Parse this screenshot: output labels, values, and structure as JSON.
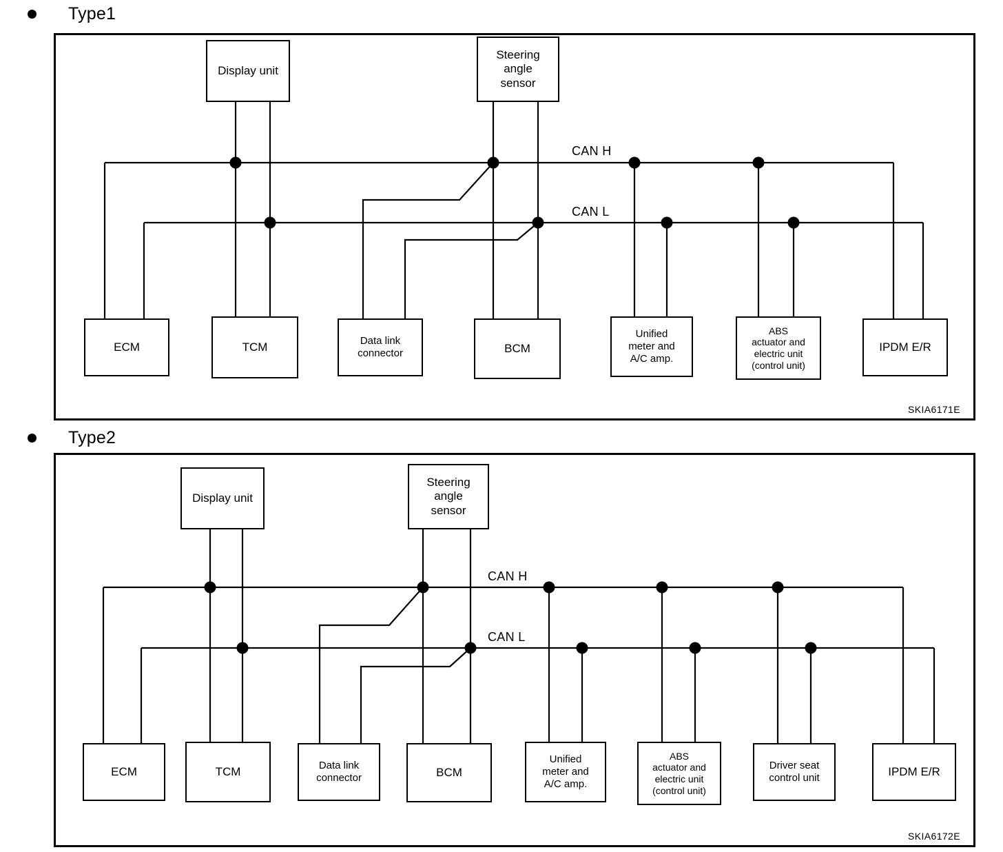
{
  "diagrams": [
    {
      "type_label": "Type1",
      "ref_code": "SKIA6171E",
      "bus_labels": {
        "high": "CAN H",
        "low": "CAN L"
      },
      "top_units": [
        {
          "name": "display-unit",
          "label": "Display unit"
        },
        {
          "name": "steering-angle-sensor",
          "label": "Steering\nangle\nsensor"
        }
      ],
      "bottom_units": [
        {
          "name": "ecm",
          "label": "ECM"
        },
        {
          "name": "tcm",
          "label": "TCM"
        },
        {
          "name": "data-link-connector",
          "label": "Data link\nconnector"
        },
        {
          "name": "bcm",
          "label": "BCM"
        },
        {
          "name": "unified-meter-ac-amp",
          "label": "Unified\nmeter and\nA/C amp."
        },
        {
          "name": "abs-actuator-electric-unit",
          "label": "ABS\nactuator and\nelectric unit\n(control unit)"
        },
        {
          "name": "ipdm-er",
          "label": "IPDM E/R"
        }
      ]
    },
    {
      "type_label": "Type2",
      "ref_code": "SKIA6172E",
      "bus_labels": {
        "high": "CAN H",
        "low": "CAN L"
      },
      "top_units": [
        {
          "name": "display-unit",
          "label": "Display unit"
        },
        {
          "name": "steering-angle-sensor",
          "label": "Steering\nangle\nsensor"
        }
      ],
      "bottom_units": [
        {
          "name": "ecm",
          "label": "ECM"
        },
        {
          "name": "tcm",
          "label": "TCM"
        },
        {
          "name": "data-link-connector",
          "label": "Data link\nconnector"
        },
        {
          "name": "bcm",
          "label": "BCM"
        },
        {
          "name": "unified-meter-ac-amp",
          "label": "Unified\nmeter and\nA/C amp."
        },
        {
          "name": "abs-actuator-electric-unit",
          "label": "ABS\nactuator and\nelectric unit\n(control unit)"
        },
        {
          "name": "driver-seat-control-unit",
          "label": "Driver seat\ncontrol unit"
        },
        {
          "name": "ipdm-er",
          "label": "IPDM E/R"
        }
      ]
    }
  ],
  "colors": {
    "line": "#000000",
    "background": "#ffffff"
  }
}
